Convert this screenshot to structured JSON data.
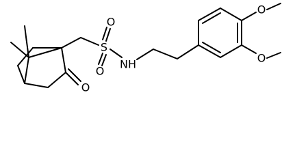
{
  "structure": {
    "atom_labels": {
      "ketone_oxygen": "O",
      "sulfonyl_oxygen_top": "O",
      "sulfonyl_oxygen_bottom": "O",
      "sulfur": "S",
      "amine_nitrogen": "N",
      "amine_hydrogen": "H",
      "methoxy_oxygen_upper": "O",
      "methoxy_oxygen_lower": "O"
    }
  }
}
